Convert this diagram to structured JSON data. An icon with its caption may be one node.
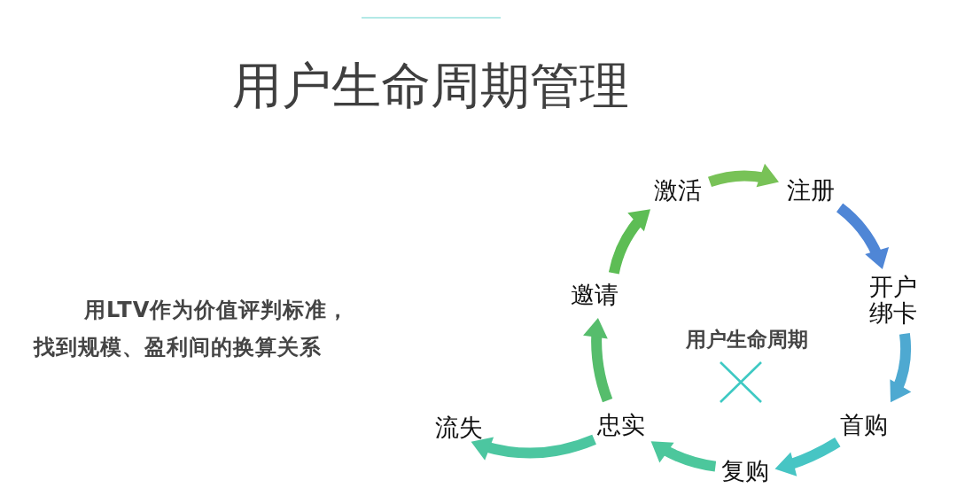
{
  "diagram": {
    "title": "用户生命周期管理",
    "nodes": [
      {
        "text": [
          "激活"
        ]
      },
      {
        "text": [
          "注册"
        ]
      },
      {
        "text": [
          "开户绑卡"
        ]
      },
      {
        "text": [
          "首购"
        ]
      },
      {
        "text": [
          "复购"
        ]
      },
      {
        "text": [
          "忠实"
        ]
      },
      {
        "text": [
          "流失"
        ]
      },
      {
        "text": [
          "邀请"
        ]
      }
    ],
    "edges": [
      {
        "from": 0,
        "to": 1,
        "arrow": "to",
        "color": "#78c257"
      },
      {
        "from": 1,
        "to": 2,
        "arrow": "to",
        "color": "#4f86d6"
      },
      {
        "from": 2,
        "to": 3,
        "arrow": "to",
        "color": "#4ea9d1"
      },
      {
        "from": 3,
        "to": 4,
        "arrow": "to",
        "color": "#47c5c4"
      },
      {
        "from": 4,
        "to": 5,
        "arrow": "to",
        "color": "#4cc79c"
      },
      {
        "from": 5,
        "to": 6,
        "arrow": "to",
        "color": "#4cc6a0"
      },
      {
        "from": 5,
        "to": 7,
        "arrow": "to",
        "color": "#56bd6c"
      },
      {
        "from": 7,
        "to": 0,
        "arrow": "to",
        "color": "#5dbd55"
      }
    ],
    "labels": [
      "用LTV作为价值评判标准，找到规模、盈利间的换算关系",
      "用户生命周期"
    ]
  }
}
